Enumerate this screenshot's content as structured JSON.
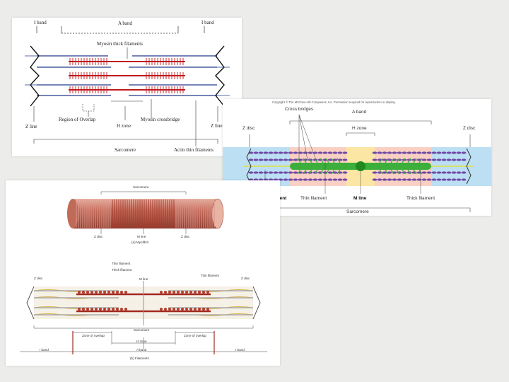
{
  "panel_top": {
    "i_band_left": "I band",
    "a_band": "A band",
    "i_band_right": "I band",
    "myosin_thick": "Myosin thick filaments",
    "z_line_left": "Z line",
    "region_overlap": "Region of Overlap",
    "h_zone": "H zone",
    "myosin_crossbridge": "Myosin crossbridge",
    "z_line_right": "Z line",
    "sarcomere": "Sarcomere",
    "actin_thin": "Actin thin filaments"
  },
  "panel_color": {
    "copyright": "Copyright © The McGraw-Hill Companies, Inc. Permission required for reproduction or display.",
    "cross_bridges": "Cross bridges",
    "a_band": "A band",
    "z_disc_left": "Z disc",
    "h_zone": "H zone",
    "z_disc_right": "Z disc",
    "titin": "Titin filament",
    "thin": "Thin filament",
    "m_line": "M line",
    "thick": "Thick filament",
    "sarcomere": "Sarcomere",
    "colors": {
      "i_band": "#bcdff4",
      "overlap": "#f9d0c4",
      "h_zone": "#fbe6a4",
      "thick": "#3bae3b",
      "thin": "#6f4aa5"
    }
  },
  "panel_bottom": {
    "sarcomere_top": "Sarcomere",
    "z_disc_a": "Z disc",
    "m_line_a": "M line",
    "z_disc_b": "Z disc",
    "caption_a": "(a) Myofibril",
    "thin_filament": "Thin filament",
    "thick_filament": "Thick filament",
    "titin_filament": "Titin filament",
    "z_disc_c": "Z disc",
    "m_line_b": "M line",
    "z_disc_d": "Z disc",
    "sarcomere_b": "Sarcomere",
    "zone_overlap_left": "Zone of overlap",
    "h_zone": "H zone",
    "zone_overlap_right": "Zone of overlap",
    "i_band_left": "I band",
    "a_band": "A band",
    "i_band_right": "I band",
    "caption_b": "(b) Filaments"
  }
}
